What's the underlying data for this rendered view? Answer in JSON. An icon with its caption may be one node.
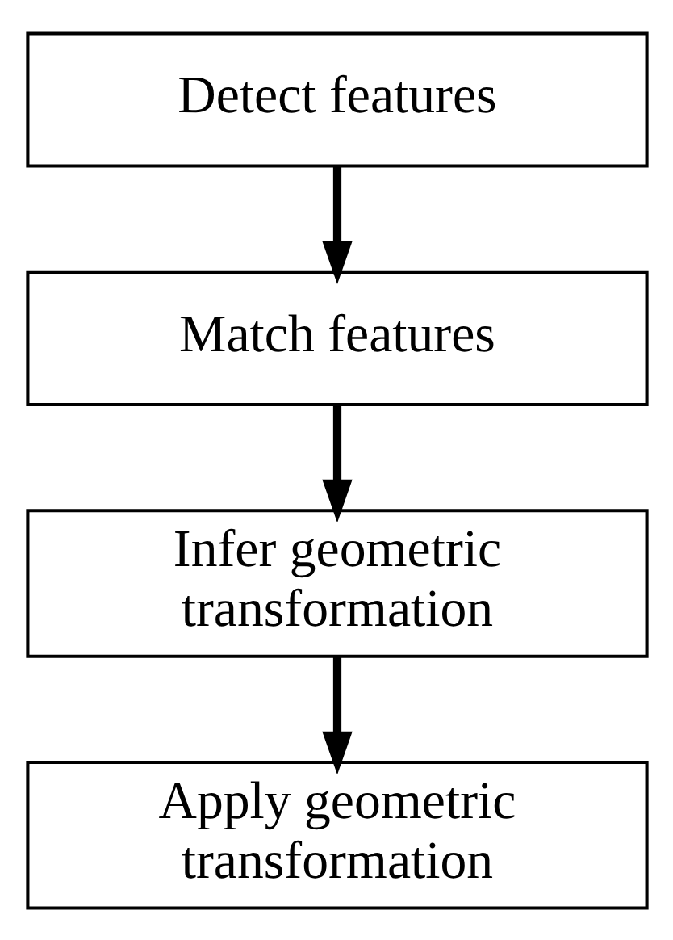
{
  "diagram": {
    "nodes": [
      {
        "text": [
          "Detect features"
        ]
      },
      {
        "text": [
          "Match features"
        ]
      },
      {
        "text": [
          "Infer geometric transformation"
        ]
      },
      {
        "text": [
          "Apply geometric transformation"
        ]
      }
    ],
    "edges": [
      {
        "from": 0,
        "to": 1,
        "arrow": "to"
      },
      {
        "from": 1,
        "to": 2,
        "arrow": "to"
      },
      {
        "from": 2,
        "to": 3,
        "arrow": "to"
      }
    ]
  }
}
